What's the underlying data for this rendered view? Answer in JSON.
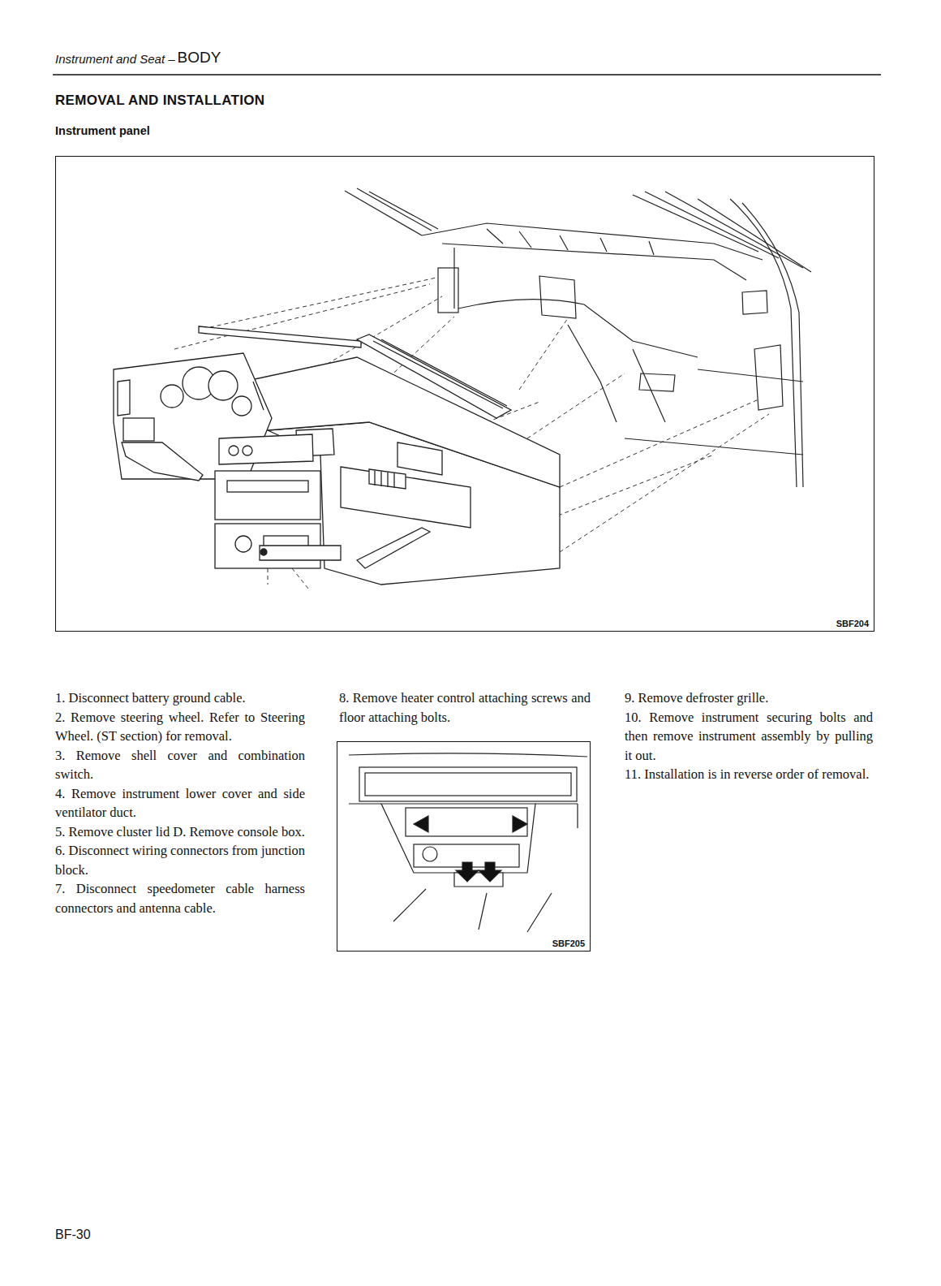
{
  "diagram": {
    "title": "REMOVAL AND INSTALLATION",
    "nodes": [
      {
        "text": [
          "SBF204"
        ]
      },
      {
        "text": [
          "SBF205"
        ]
      }
    ],
    "labels": [
      "Instrument and Seat –",
      "BODY",
      "Instrument panel",
      "1. Disconnect battery ground cable.",
      "2. Remove steering wheel. Refer to Steering Wheel. (ST section) for removal.",
      "3. Remove shell cover and combination switch.",
      "4. Remove instrument lower cover and side ventilator duct.",
      "5. Remove cluster lid D. Remove console box.",
      "6. Disconnect wiring connectors from junction block.",
      "7. Disconnect speedometer cable harness connectors and antenna cable.",
      "8. Remove heater control attaching screws and floor attaching bolts.",
      "9. Remove defroster grille.",
      "10. Remove instrument securing bolts and then remove instrument assembly by pulling it out.",
      "11. Installation is in reverse order of removal.",
      "BF-30"
    ]
  }
}
